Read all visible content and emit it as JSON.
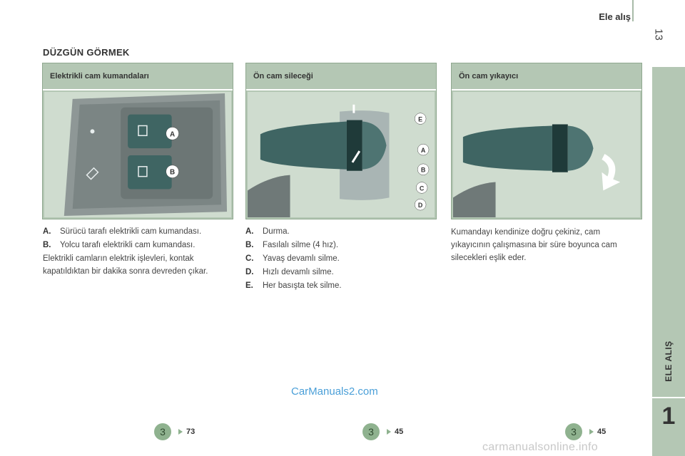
{
  "header": {
    "title": "Ele alış",
    "page_number": "13"
  },
  "side_tab": {
    "label": "ELE ALIŞ",
    "chapter": "1"
  },
  "section_title": "DÜZGÜN GÖRMEK",
  "panels": [
    {
      "title": "Elektrikli cam kumandaları",
      "image": "window-switch-illustration",
      "callouts": [
        "A",
        "B"
      ]
    },
    {
      "title": "Ön cam sileceği",
      "image": "wiper-stalk-illustration",
      "callouts": [
        "E",
        "A",
        "B",
        "C",
        "D"
      ]
    },
    {
      "title": "Ön cam yıkayıcı",
      "image": "washer-stalk-illustration",
      "callouts": []
    }
  ],
  "col1": {
    "items": [
      {
        "letter": "A.",
        "text": "Sürücü tarafı elektrikli cam kumandası."
      },
      {
        "letter": "B.",
        "text": "Yolcu tarafı elektrikli cam kumandası."
      }
    ],
    "paragraph": "Elektrikli camların elektrik işlevleri, kontak kapatıldıktan bir dakika sonra devreden çıkar."
  },
  "col2": {
    "items": [
      {
        "letter": "A.",
        "text": "Durma."
      },
      {
        "letter": "B.",
        "text": "Fasılalı silme (4 hız)."
      },
      {
        "letter": "C.",
        "text": "Yavaş devamlı silme."
      },
      {
        "letter": "D.",
        "text": "Hızlı devamlı silme."
      },
      {
        "letter": "E.",
        "text": "Her basışta tek silme."
      }
    ]
  },
  "col3": {
    "paragraph": "Kumandayı kendinize doğru çekiniz, cam yıkayıcının çalışmasına bir süre boyunca cam silecekleri eşlik eder."
  },
  "refs": [
    {
      "badge": "3",
      "page": "73"
    },
    {
      "badge": "3",
      "page": "45"
    },
    {
      "badge": "3",
      "page": "45"
    }
  ],
  "watermark": "CarManuals2.com",
  "watermark_bottom": "carmanualsonline.info",
  "colors": {
    "panel_bg": "#b4c7b4",
    "accent": "#8fb28f",
    "link": "#4a9fd8"
  }
}
